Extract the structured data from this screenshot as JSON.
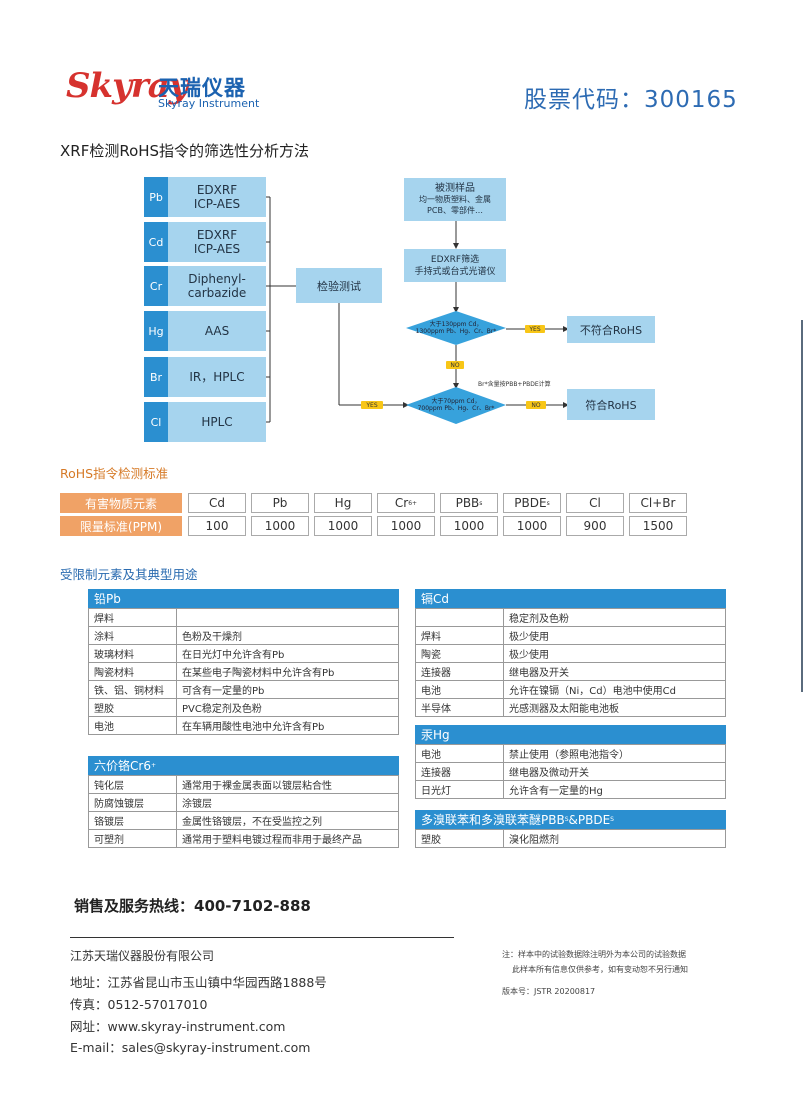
{
  "header": {
    "logo_script": "Skyray",
    "logo_cn": "天瑞仪器",
    "logo_en": "Skyray Instrument",
    "stock_code": "股票代码：300165"
  },
  "main_title": "XRF检测RoHS指令的筛选性分析方法",
  "flow": {
    "items": [
      {
        "symbol": "Pb",
        "method_lines": [
          "EDXRF",
          "ICP-AES"
        ]
      },
      {
        "symbol": "Cd",
        "method_lines": [
          "EDXRF",
          "ICP-AES"
        ]
      },
      {
        "symbol": "Cr",
        "method_lines": [
          "Diphenyl-",
          "carbazide"
        ]
      },
      {
        "symbol": "Hg",
        "method_lines": [
          "AAS"
        ]
      },
      {
        "symbol": "Br",
        "method_lines": [
          "IR，HPLC"
        ]
      },
      {
        "symbol": "Cl",
        "method_lines": [
          "HPLC"
        ]
      }
    ],
    "inspection": "检验测试",
    "sample_lines": [
      "被测样品",
      "均一物质塑料、金属",
      "PCB、零部件…"
    ],
    "edxrf_lines": [
      "EDXRF筛选",
      "手持式或台式光谱仪"
    ],
    "diamond1_lines": [
      "大于130ppm Cd，",
      "1300ppm Pb、Hg、Cr、Br*"
    ],
    "diamond2_lines": [
      "大于70ppm Cd，",
      "700ppm Pb、Hg、Cr、Br*"
    ],
    "yes1": "YES",
    "no1": "NO",
    "yes2": "YES",
    "no2": "NO",
    "br_note": "Br*含量按PBB+PBDE计算",
    "noncompliant": "不符合RoHS",
    "compliant": "符合RoHS"
  },
  "limits": {
    "title": "RoHS指令检测标准",
    "row1_label": "有害物质元素",
    "row2_label": "限量标准(PPM)",
    "elements": [
      {
        "name": "Cd",
        "sub": "",
        "sup": ""
      },
      {
        "name": "Pb",
        "sub": "",
        "sup": ""
      },
      {
        "name": "Hg",
        "sub": "",
        "sup": ""
      },
      {
        "name": "Cr",
        "sub": "",
        "sup": "6+"
      },
      {
        "name": "PBB",
        "sub": "s",
        "sup": ""
      },
      {
        "name": "PBDE",
        "sub": "s",
        "sup": ""
      },
      {
        "name": "Cl",
        "sub": "",
        "sup": ""
      },
      {
        "name": "Cl+Br",
        "sub": "",
        "sup": ""
      }
    ],
    "values": [
      "100",
      "1000",
      "1000",
      "1000",
      "1000",
      "1000",
      "900",
      "1500"
    ]
  },
  "uses": {
    "title": "受限制元素及其典型用途",
    "pb": {
      "header": "铅Pb",
      "rows": [
        [
          "焊料",
          ""
        ],
        [
          "涂料",
          "色粉及干燥剂"
        ],
        [
          "玻璃材料",
          "在日光灯中允许含有Pb"
        ],
        [
          "陶瓷材料",
          "在某些电子陶瓷材料中允许含有Pb"
        ],
        [
          "铁、铝、铜材料",
          "可含有一定量的Pb"
        ],
        [
          "塑胶",
          "PVC稳定剂及色粉"
        ],
        [
          "电池",
          "在车辆用酸性电池中允许含有Pb"
        ]
      ]
    },
    "cr": {
      "header": "六价铬Cr6",
      "header_sup": "+",
      "rows": [
        [
          "钝化层",
          "通常用于裸金属表面以镀层粘合性"
        ],
        [
          "防腐蚀镀层",
          "涂镀层"
        ],
        [
          "铬镀层",
          "金属性铬镀层，不在受监控之列"
        ],
        [
          "可塑剂",
          "通常用于塑料电镀过程而非用于最终产品"
        ]
      ]
    },
    "cd": {
      "header": "镉Cd",
      "rows": [
        [
          "",
          "稳定剂及色粉"
        ],
        [
          "焊料",
          "极少使用"
        ],
        [
          "陶瓷",
          "极少使用"
        ],
        [
          "连接器",
          "继电器及开关"
        ],
        [
          "电池",
          "允许在镍镉（Ni，Cd）电池中使用Cd"
        ],
        [
          "半导体",
          "光感测器及太阳能电池板"
        ]
      ]
    },
    "hg": {
      "header": "汞Hg",
      "rows": [
        [
          "电池",
          "禁止使用（参照电池指令）"
        ],
        [
          "连接器",
          "继电器及微动开关"
        ],
        [
          "日光灯",
          "允许含有一定量的Hg"
        ]
      ]
    },
    "pbb": {
      "header_a": "多溴联苯和多溴联苯醚PBB",
      "header_sub1": "S",
      "header_b": "&PBDE",
      "header_sub2": "S",
      "rows": [
        [
          "塑胶",
          "溴化阻燃剂"
        ]
      ]
    }
  },
  "footer": {
    "hotline": "销售及服务热线：400-7102-888",
    "company": "江苏天瑞仪器股份有限公司",
    "address": "地址：江苏省昆山市玉山镇中华园西路1888号",
    "fax": "传真：0512-57017010",
    "website": "网址：www.skyray-instrument.com",
    "email": "E-mail：sales@skyray-instrument.com",
    "note1": "注：样本中的试验数据除注明外为本公司的试验数据",
    "note2": "此样本所有信息仅供参考，如有变动恕不另行通知",
    "version": "版本号：JSTR 20200817"
  }
}
